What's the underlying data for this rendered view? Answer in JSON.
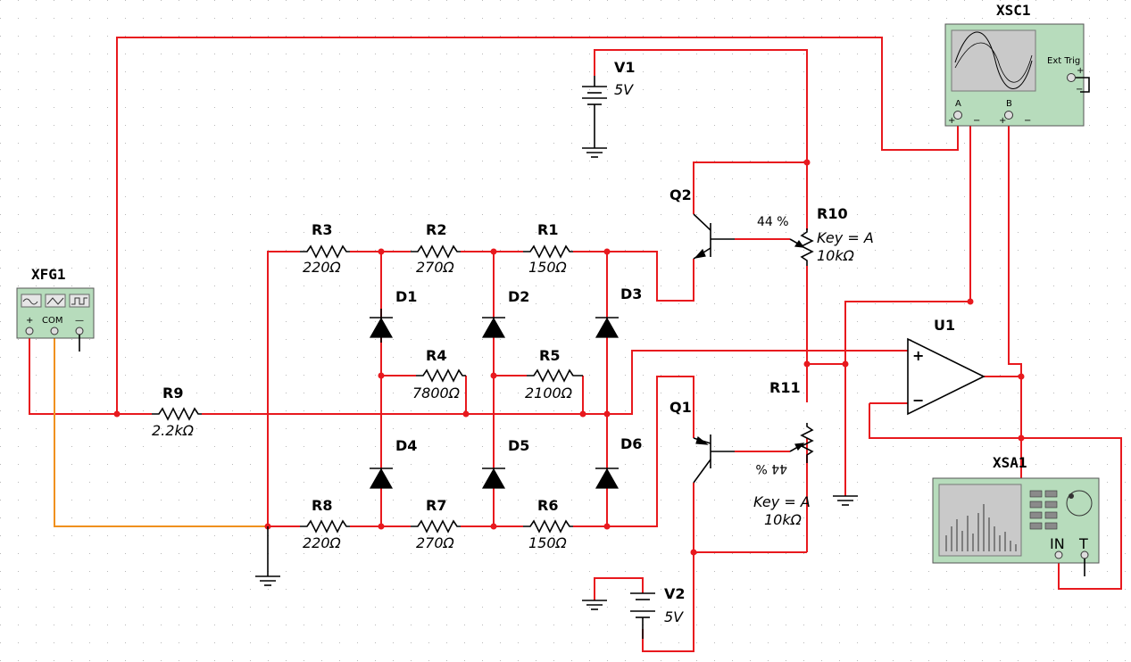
{
  "components": {
    "V1": {
      "label": "V1",
      "value": "5V"
    },
    "V2": {
      "label": "V2",
      "value": "5V"
    },
    "Q1": {
      "label": "Q1"
    },
    "Q2": {
      "label": "Q2"
    },
    "R1": {
      "label": "R1",
      "value": "150Ω"
    },
    "R2": {
      "label": "R2",
      "value": "270Ω"
    },
    "R3": {
      "label": "R3",
      "value": "220Ω"
    },
    "R4": {
      "label": "R4",
      "value": "7800Ω"
    },
    "R5": {
      "label": "R5",
      "value": "2100Ω"
    },
    "R6": {
      "label": "R6",
      "value": "150Ω"
    },
    "R7": {
      "label": "R7",
      "value": "270Ω"
    },
    "R8": {
      "label": "R8",
      "value": "220Ω"
    },
    "R9": {
      "label": "R9",
      "value": "2.2kΩ"
    },
    "R10": {
      "label": "R10",
      "percent": "44 %",
      "key": "Key = A",
      "value": "10kΩ"
    },
    "R11": {
      "label": "R11",
      "percent": "44 %",
      "key": "Key = A",
      "value": "10kΩ"
    },
    "D1": {
      "label": "D1"
    },
    "D2": {
      "label": "D2"
    },
    "D3": {
      "label": "D3"
    },
    "D4": {
      "label": "D4"
    },
    "D5": {
      "label": "D5"
    },
    "D6": {
      "label": "D6"
    },
    "U1": {
      "label": "U1",
      "plus": "+",
      "minus": "−"
    }
  },
  "instruments": {
    "XFG1": {
      "label": "XFG1",
      "plus": "+",
      "com": "COM",
      "minus": "—"
    },
    "XSC1": {
      "label": "XSC1",
      "ext_trig": "Ext Trig",
      "a": "A",
      "b": "B",
      "plus": "+",
      "minus": "−"
    },
    "XSA1": {
      "label": "XSA1",
      "in": "IN",
      "t": "T"
    }
  },
  "colors": {
    "wire": "#e8191e",
    "com_wire": "#f0901e",
    "instrument_panel": "#b7dcbc",
    "screen": "#c9c9c9"
  }
}
